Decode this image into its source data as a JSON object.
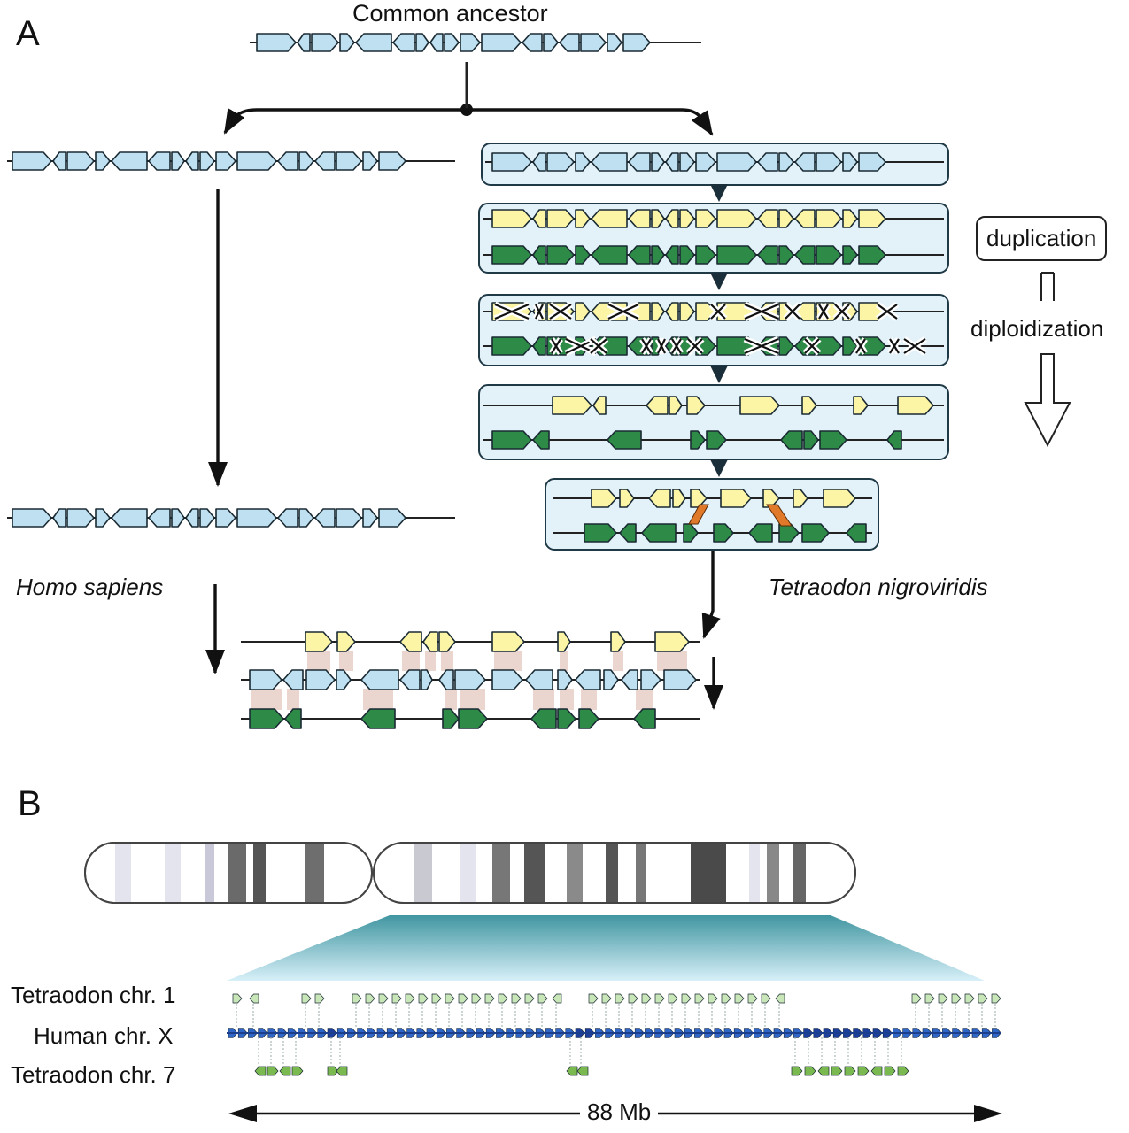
{
  "panel_a": {
    "letter": "A",
    "ancestor_label": "Common ancestor",
    "human_label": "Homo sapiens",
    "fish_label": "Tetraodon nigroviridis",
    "step_labels": {
      "duplication": "duplication",
      "diploidization": "diploidization"
    }
  },
  "panel_b": {
    "letter": "B",
    "row_labels": [
      "Tetraodon chr. 1",
      "Human chr. X",
      "Tetraodon chr. 7"
    ],
    "scale_label": "88 Mb"
  },
  "colors": {
    "ancestral_gene": "#bfe0f0",
    "copy_a_gene": "#fdf5a6",
    "copy_b_gene": "#2e8b47",
    "panel_bg": "#e3f1f8",
    "conserved_link": "#ead6cf",
    "rearrangement": "#e07a2a",
    "human_chrX_gene": "#2f66c8",
    "tetraodon_chr1_gene": "#c9e6b9",
    "tetraodon_chr7_gene": "#7ab94f"
  }
}
